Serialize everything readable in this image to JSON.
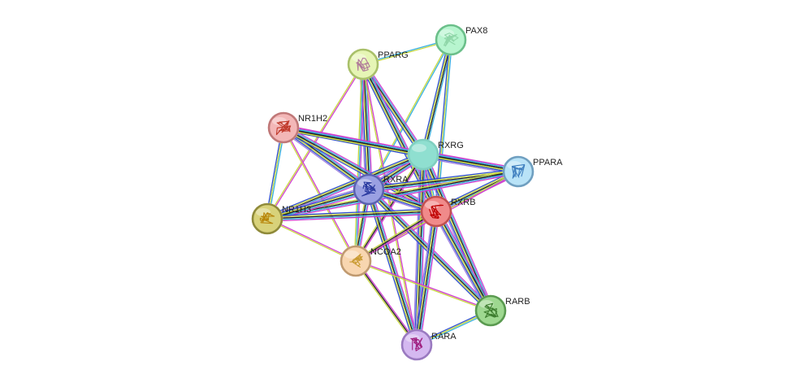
{
  "network": {
    "nodes": [
      {
        "id": "PAX8",
        "label": "PAX8",
        "fill": "#b7f5cf",
        "stroke": "#6bbf8a",
        "glyph": "#8fd6a8",
        "query": false
      },
      {
        "id": "PPARG",
        "label": "PPARG",
        "fill": "#e6f5b5",
        "stroke": "#a9c06a",
        "glyph": "#b07a9a",
        "query": false
      },
      {
        "id": "NR1H2",
        "label": "NR1H2",
        "fill": "#f3b7b7",
        "stroke": "#c07878",
        "glyph": "#c0392b",
        "query": false
      },
      {
        "id": "RXRG",
        "label": "RXRG",
        "fill": "#8fdfd0",
        "stroke": "#7fcfc0",
        "glyph": "#8fdfd0",
        "query": true
      },
      {
        "id": "PPARA",
        "label": "PPARA",
        "fill": "#b9e3f7",
        "stroke": "#6f9fc0",
        "glyph": "#3f7fbf",
        "query": false
      },
      {
        "id": "RXRA",
        "label": "RXRA",
        "fill": "#9aa0e2",
        "stroke": "#5a62b0",
        "glyph": "#2a3aa0",
        "query": false
      },
      {
        "id": "RXRB",
        "label": "RXRB",
        "fill": "#f08a8a",
        "stroke": "#c05050",
        "glyph": "#c00000",
        "query": false
      },
      {
        "id": "NR1H3",
        "label": "NR1H3",
        "fill": "#d8d27a",
        "stroke": "#8f8a3a",
        "glyph": "#b8860b",
        "query": false
      },
      {
        "id": "NCOA2",
        "label": "NCOA2",
        "fill": "#f8d6b0",
        "stroke": "#c09a70",
        "glyph": "#c89a30",
        "query": false
      },
      {
        "id": "RARB",
        "label": "RARB",
        "fill": "#9ed890",
        "stroke": "#5a9a50",
        "glyph": "#3f7f30",
        "query": false
      },
      {
        "id": "RARA",
        "label": "RARA",
        "fill": "#d4b8f0",
        "stroke": "#9a7ac0",
        "glyph": "#a02080",
        "query": false
      }
    ],
    "edges": [
      {
        "source": "PPARG",
        "target": "PAX8",
        "colors": [
          "#3ab0e0",
          "#c8d840"
        ]
      },
      {
        "source": "PAX8",
        "target": "RXRG",
        "colors": [
          "#3ab0e0",
          "#222222",
          "#c8d840",
          "#3050d0"
        ]
      },
      {
        "source": "PAX8",
        "target": "RXRA",
        "colors": [
          "#3ab0e0",
          "#c8d840"
        ]
      },
      {
        "source": "PAX8",
        "target": "RXRB",
        "colors": [
          "#3ab0e0",
          "#c8d840",
          "#3050d0"
        ]
      },
      {
        "source": "PPARG",
        "target": "RXRA",
        "colors": [
          "#d040d0",
          "#3ab0e0",
          "#222222",
          "#c8d840",
          "#3050d0",
          "#a080e0"
        ]
      },
      {
        "source": "PPARG",
        "target": "RXRG",
        "colors": [
          "#d040d0",
          "#3ab0e0",
          "#222222",
          "#c8d840",
          "#3050d0"
        ]
      },
      {
        "source": "PPARG",
        "target": "RXRB",
        "colors": [
          "#d040d0",
          "#3ab0e0",
          "#222222",
          "#c8d840",
          "#3050d0"
        ]
      },
      {
        "source": "PPARG",
        "target": "NCOA2",
        "colors": [
          "#d040d0",
          "#3ab0e0",
          "#c8d840"
        ]
      },
      {
        "source": "PPARG",
        "target": "NR1H3",
        "colors": [
          "#d040d0",
          "#c8d840"
        ]
      },
      {
        "source": "PPARG",
        "target": "RARA",
        "colors": [
          "#d040d0",
          "#c8d840"
        ]
      },
      {
        "source": "NR1H2",
        "target": "RXRA",
        "colors": [
          "#d040d0",
          "#3ab0e0",
          "#222222",
          "#c8d840",
          "#3050d0",
          "#a080e0"
        ]
      },
      {
        "source": "NR1H2",
        "target": "RXRG",
        "colors": [
          "#d040d0",
          "#3ab0e0",
          "#222222",
          "#c8d840",
          "#3050d0"
        ]
      },
      {
        "source": "NR1H2",
        "target": "RXRB",
        "colors": [
          "#d040d0",
          "#3ab0e0",
          "#222222",
          "#c8d840",
          "#3050d0"
        ]
      },
      {
        "source": "NR1H2",
        "target": "PPARA",
        "colors": [
          "#d040d0",
          "#3ab0e0",
          "#222222",
          "#c8d840"
        ]
      },
      {
        "source": "NR1H2",
        "target": "NR1H3",
        "colors": [
          "#3ab0e0",
          "#c8d840",
          "#3050d0"
        ]
      },
      {
        "source": "NR1H2",
        "target": "NCOA2",
        "colors": [
          "#d040d0",
          "#c8d840"
        ]
      },
      {
        "source": "RXRG",
        "target": "RXRA",
        "colors": [
          "#d040d0",
          "#3ab0e0",
          "#222222",
          "#c8d840",
          "#3050d0",
          "#a080e0"
        ]
      },
      {
        "source": "RXRG",
        "target": "PPARA",
        "colors": [
          "#d040d0",
          "#3ab0e0",
          "#222222",
          "#c8d840",
          "#3050d0",
          "#a080e0"
        ]
      },
      {
        "source": "RXRG",
        "target": "RXRB",
        "colors": [
          "#3ab0e0",
          "#c8d840",
          "#3050d0"
        ]
      },
      {
        "source": "RXRG",
        "target": "NR1H3",
        "colors": [
          "#d040d0",
          "#3ab0e0",
          "#222222",
          "#c8d840",
          "#3050d0"
        ]
      },
      {
        "source": "RXRG",
        "target": "NCOA2",
        "colors": [
          "#d040d0",
          "#222222",
          "#c8d840"
        ]
      },
      {
        "source": "RXRG",
        "target": "RARB",
        "colors": [
          "#d040d0",
          "#3ab0e0",
          "#222222",
          "#c8d840",
          "#3050d0",
          "#a080e0"
        ]
      },
      {
        "source": "RXRG",
        "target": "RARA",
        "colors": [
          "#d040d0",
          "#3ab0e0",
          "#222222",
          "#c8d840",
          "#3050d0",
          "#a080e0"
        ]
      },
      {
        "source": "PPARA",
        "target": "RXRA",
        "colors": [
          "#d040d0",
          "#3ab0e0",
          "#222222",
          "#c8d840",
          "#3050d0"
        ]
      },
      {
        "source": "PPARA",
        "target": "RXRB",
        "colors": [
          "#d040d0",
          "#3ab0e0",
          "#222222",
          "#c8d840",
          "#3050d0"
        ]
      },
      {
        "source": "PPARA",
        "target": "NR1H3",
        "colors": [
          "#d040d0",
          "#3ab0e0",
          "#222222",
          "#c8d840"
        ]
      },
      {
        "source": "PPARA",
        "target": "NCOA2",
        "colors": [
          "#d040d0",
          "#c8d840"
        ]
      },
      {
        "source": "RXRA",
        "target": "RXRB",
        "colors": [
          "#d040d0",
          "#3ab0e0",
          "#222222",
          "#c8d840",
          "#3050d0",
          "#a080e0"
        ]
      },
      {
        "source": "RXRA",
        "target": "NR1H3",
        "colors": [
          "#d040d0",
          "#3ab0e0",
          "#222222",
          "#c8d840",
          "#3050d0",
          "#a080e0"
        ]
      },
      {
        "source": "RXRA",
        "target": "NCOA2",
        "colors": [
          "#d040d0",
          "#3ab0e0",
          "#222222",
          "#c8d840"
        ]
      },
      {
        "source": "RXRA",
        "target": "RARB",
        "colors": [
          "#d040d0",
          "#3ab0e0",
          "#222222",
          "#c8d840",
          "#3050d0"
        ]
      },
      {
        "source": "RXRA",
        "target": "RARA",
        "colors": [
          "#d040d0",
          "#3ab0e0",
          "#222222",
          "#c8d840",
          "#3050d0"
        ]
      },
      {
        "source": "RXRB",
        "target": "NR1H3",
        "colors": [
          "#d040d0",
          "#3ab0e0",
          "#222222",
          "#c8d840",
          "#3050d0"
        ]
      },
      {
        "source": "RXRB",
        "target": "NCOA2",
        "colors": [
          "#d040d0",
          "#222222",
          "#c8d840"
        ]
      },
      {
        "source": "RXRB",
        "target": "RARB",
        "colors": [
          "#d040d0",
          "#3ab0e0",
          "#222222",
          "#c8d840",
          "#3050d0",
          "#a080e0"
        ]
      },
      {
        "source": "RXRB",
        "target": "RARA",
        "colors": [
          "#d040d0",
          "#3ab0e0",
          "#222222",
          "#c8d840",
          "#3050d0",
          "#a080e0"
        ]
      },
      {
        "source": "NR1H3",
        "target": "NCOA2",
        "colors": [
          "#d040d0",
          "#c8d840"
        ]
      },
      {
        "source": "NCOA2",
        "target": "RARA",
        "colors": [
          "#d040d0",
          "#222222",
          "#c8d840"
        ]
      },
      {
        "source": "NCOA2",
        "target": "RARB",
        "colors": [
          "#d040d0",
          "#c8d840"
        ]
      },
      {
        "source": "RARB",
        "target": "RARA",
        "colors": [
          "#3ab0e0",
          "#c8d840",
          "#3050d0"
        ]
      }
    ]
  }
}
